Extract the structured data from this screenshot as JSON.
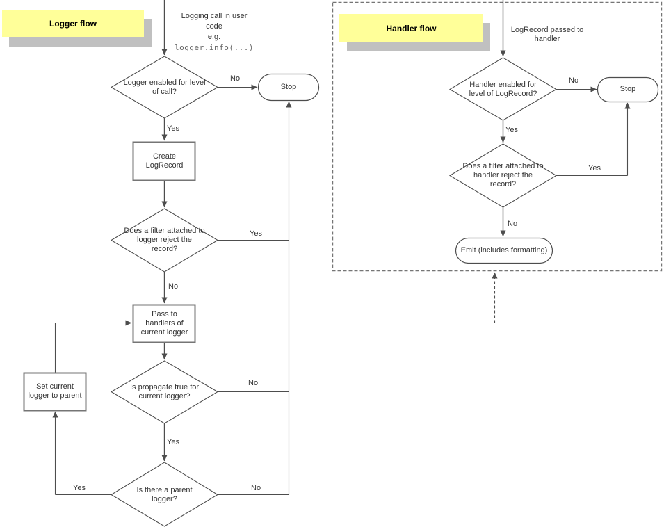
{
  "logger_flow": {
    "note_label": "Logger flow",
    "entry_line1": "Logging call in user",
    "entry_line2": "code",
    "entry_line3": "e.g.",
    "entry_code": "logger.info(...)",
    "nodes": {
      "level_check": "Logger enabled for level of call?",
      "stop": "Stop",
      "create_record": "Create LogRecord",
      "filter_check": "Does a filter attached to logger reject the record?",
      "pass_handlers": "Pass to handlers of current logger",
      "propagate_check": "Is propagate true for current logger?",
      "parent_check": "Is there a parent logger?",
      "set_parent": "Set current logger to parent"
    },
    "labels": {
      "level_no": "No",
      "level_yes": "Yes",
      "filter_yes": "Yes",
      "filter_no": "No",
      "propagate_no": "No",
      "propagate_yes": "Yes",
      "parent_yes": "Yes",
      "parent_no": "No"
    }
  },
  "handler_flow": {
    "note_label": "Handler flow",
    "entry_text": "LogRecord passed to handler",
    "nodes": {
      "level_check": "Handler enabled for level of LogRecord?",
      "stop": "Stop",
      "filter_check": "Does a filter attached to handler reject the record?",
      "emit": "Emit (includes formatting)"
    },
    "labels": {
      "level_no": "No",
      "level_yes": "Yes",
      "filter_yes": "Yes",
      "filter_no": "No"
    }
  },
  "colors": {
    "note_fill": "#ffff99",
    "note_shadow": "#c0c0c0",
    "line": "#4d4d4d",
    "box_line": "#757575",
    "text": "#333333",
    "code_text": "#666666"
  }
}
